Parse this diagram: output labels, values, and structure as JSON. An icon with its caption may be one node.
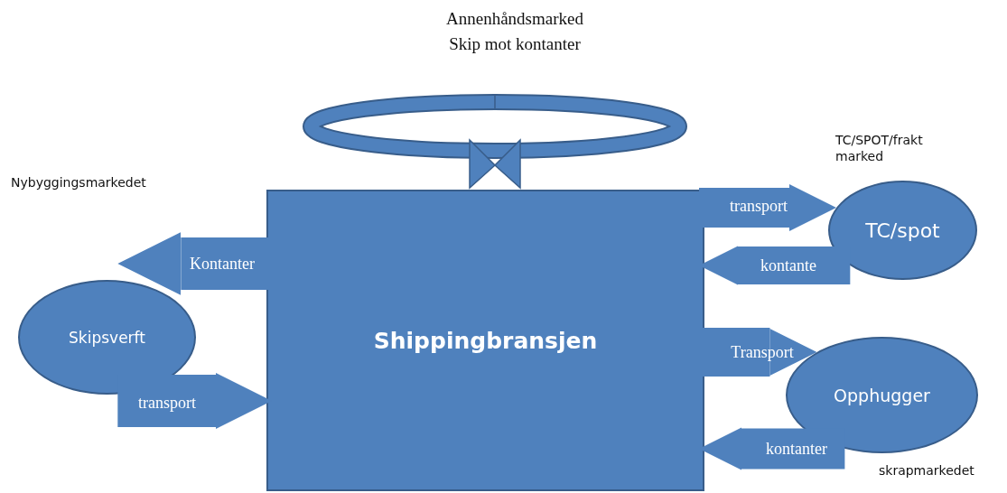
{
  "diagram": {
    "nodes": [
      {
        "text": [
          "Shippingbransjen"
        ]
      },
      {
        "text": [
          "Skipsverft"
        ]
      },
      {
        "text": [
          "TC/spot"
        ],
        "beside": [
          "TC/SPOT/frakt marked"
        ]
      },
      {
        "text": [
          "Opphugger"
        ],
        "beside": [
          "skrapmarkedet"
        ]
      }
    ],
    "edges": [
      {
        "from": 0,
        "to": 1,
        "arrow": "to",
        "label": "Kontanter"
      },
      {
        "from": 1,
        "to": 0,
        "arrow": "to",
        "label": "transport"
      },
      {
        "from": 0,
        "to": 2,
        "arrow": "to",
        "label": "transport"
      },
      {
        "from": 2,
        "to": 0,
        "arrow": "to",
        "label": "kontante"
      },
      {
        "from": 0,
        "to": 3,
        "arrow": "to",
        "label": "Transport"
      },
      {
        "from": 3,
        "to": 0,
        "arrow": "to",
        "label": "kontanter"
      }
    ],
    "labels": [
      "Annenhåndsmarked",
      "Skip mot kontanter",
      "Nybyggingsmarkedet"
    ]
  }
}
